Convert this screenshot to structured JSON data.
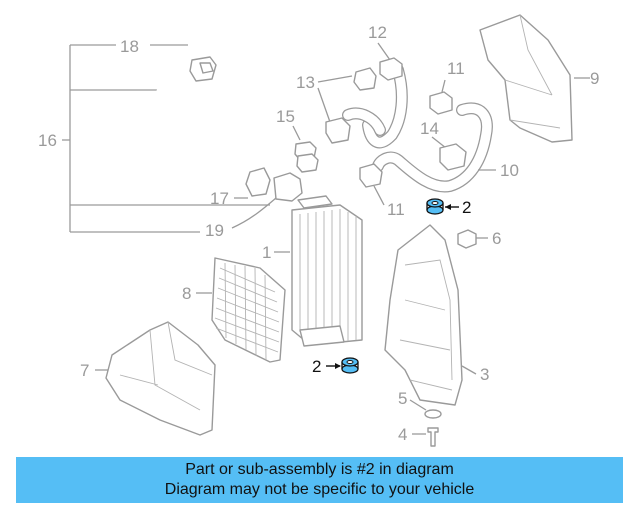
{
  "diagram": {
    "callouts": [
      "18",
      "12",
      "13",
      "11",
      "9",
      "16",
      "15",
      "14",
      "10",
      "17",
      "11",
      "2",
      "19",
      "1",
      "6",
      "8",
      "2",
      "3",
      "7",
      "5",
      "4"
    ],
    "highlighted_part": "2",
    "colors": {
      "line": "#9a9a9a",
      "highlight_fill": "#55bef5",
      "highlight_line": "#111111"
    }
  },
  "banner": {
    "line1": "Part or sub-assembly is #2 in diagram",
    "line2": "Diagram may not be specific to your vehicle",
    "background": "#55bef5"
  }
}
